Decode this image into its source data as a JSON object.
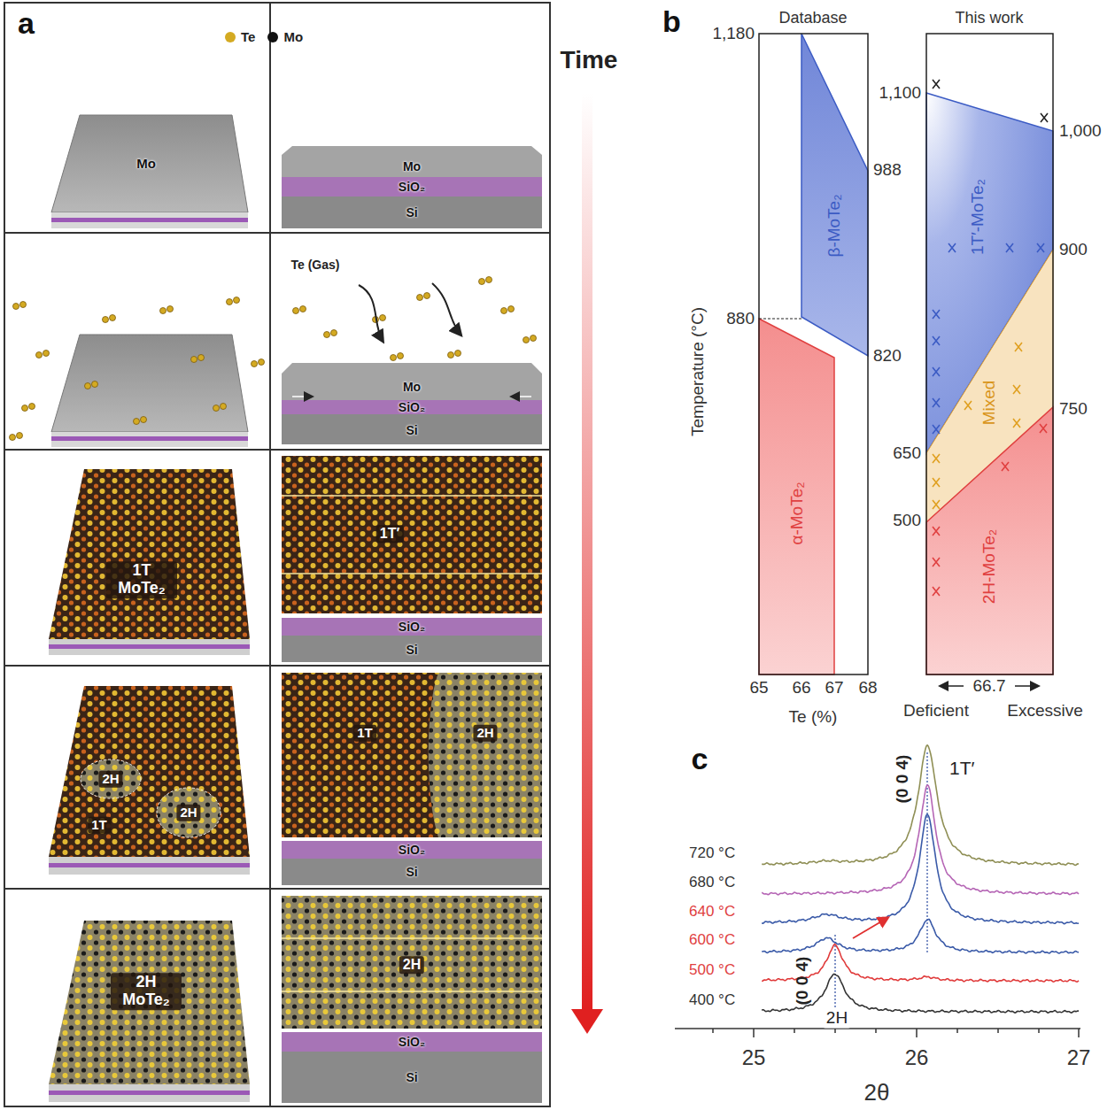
{
  "diagram": {
    "labels": [
      "a",
      "Time",
      "Mo",
      "Mo",
      "SiO₂",
      "Si",
      "Te (Gas)",
      "Mo",
      "SiO₂",
      "Si",
      "1T MoTe₂",
      "1T′",
      "SiO₂",
      "Si",
      "2H",
      "1T",
      "2H",
      "1T",
      "2H",
      "SiO₂",
      "Si",
      "2H MoTe₂",
      "2H",
      "SiO₂",
      "Si",
      "b",
      "Database",
      "This work",
      "1,180",
      "880",
      "Temperature (°C)",
      "β-MoTe₂",
      "α-MoTe₂",
      "1,100",
      "988",
      "820",
      "650",
      "500",
      "1,000",
      "900",
      "750",
      "1T′-MoTe₂",
      "Mixed",
      "2H-MoTe₂",
      "65",
      "66",
      "67",
      "68",
      "Te (%)",
      "66.7",
      "Deficient",
      "Excessive",
      "c",
      "1T′",
      "(0 0 4)",
      "(0 0 4)",
      "2H",
      "720 °C",
      "680 °C",
      "640 °C",
      "600 °C",
      "500 °C",
      "400 °C",
      "25",
      "26",
      "27",
      "2θ"
    ],
    "legend": [
      {
        "text": "Te",
        "color": "#d4aa22"
      },
      {
        "text": "Mo",
        "color": "#111111"
      }
    ]
  }
}
